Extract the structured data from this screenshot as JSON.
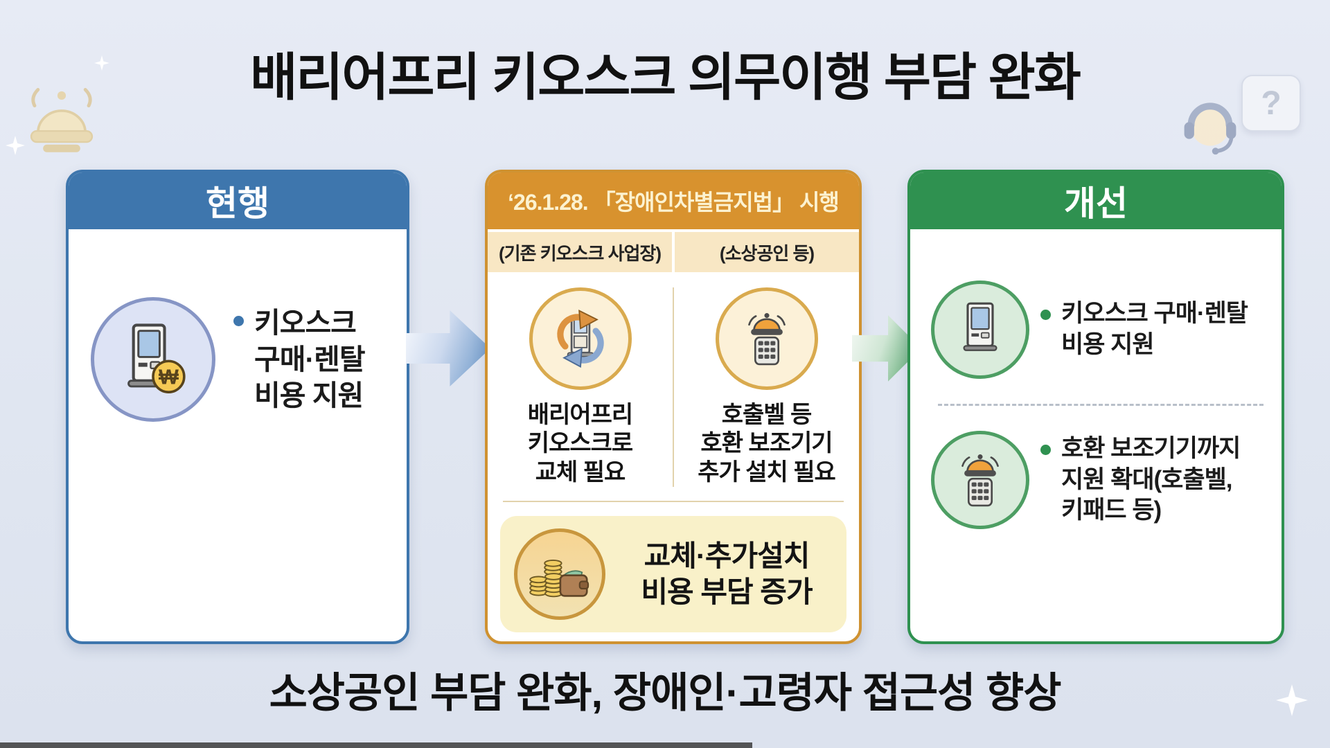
{
  "title": "배리어프리 키오스크 의무이행 부담 완화",
  "footer": "소상공인 부담 완화, 장애인·고령자 접근성 향상",
  "decor": {
    "question_mark": "?",
    "won_symbol": "₩"
  },
  "panels": {
    "current": {
      "header": "현행",
      "bullet_text": "키오스크\n구매·렌탈\n비용 지원"
    },
    "law": {
      "header": "‘26.1.28. 「장애인차별금지법」 시행",
      "col_existing": {
        "label": "(기존 키오스크 사업장)",
        "text": "배리어프리\n키오스크로\n교체 필요"
      },
      "col_small_biz": {
        "label": "(소상공인 등)",
        "text": "호출벨 등\n호환 보조기기\n추가 설치 필요"
      },
      "cost_note": "교체·추가설치\n비용 부담 증가"
    },
    "improved": {
      "header": "개선",
      "bullet1": "키오스크 구매·렌탈\n비용 지원",
      "bullet2": "호환 보조기기까지\n지원 확대(호출벨,\n키패드 등)"
    }
  },
  "colors": {
    "current_accent": "#3e76ad",
    "law_accent": "#d8922e",
    "law_header_text": "#fcf2d0",
    "improved_accent": "#2f9150",
    "background": "#e0e6f1"
  }
}
